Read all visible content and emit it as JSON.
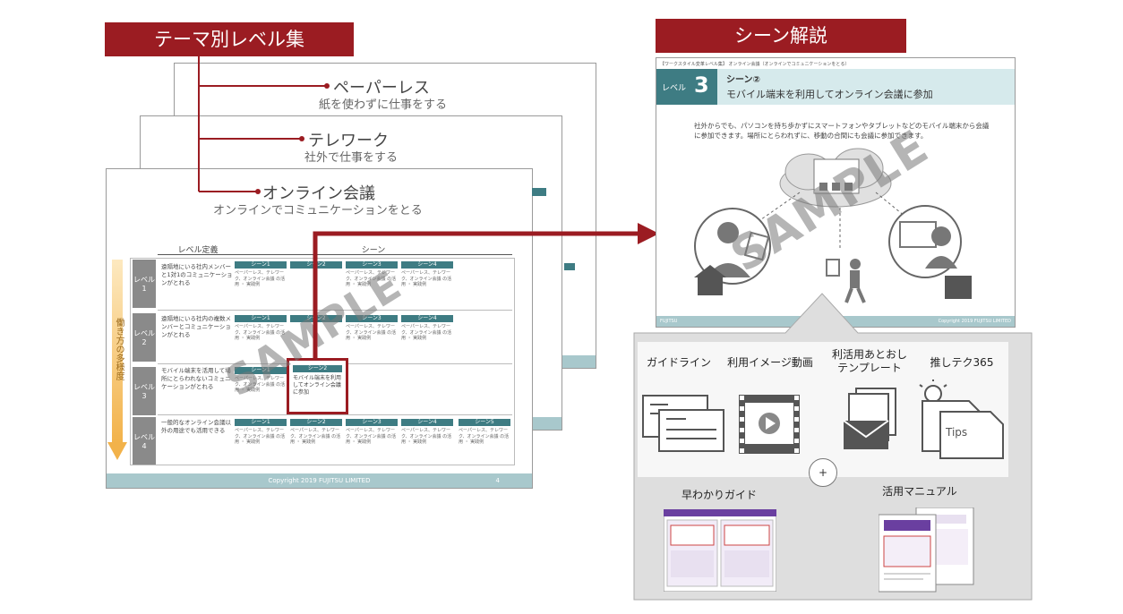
{
  "left": {
    "banner": "テーマ別レベル集",
    "themes": [
      {
        "title": "ペーパーレス",
        "subtitle": "紙を使わずに仕事をする"
      },
      {
        "title": "テレワーク",
        "subtitle": "社外で仕事をする"
      },
      {
        "title": "オンライン会議",
        "subtitle": "オンラインでコミュニケーションをとる"
      }
    ],
    "table": {
      "level_header": "レベル定義",
      "scene_header": "シーン",
      "vertical_label": "働き方の多様度",
      "levels": [
        {
          "label": "レベル\n1",
          "definition": "遠隔地にいる社内メンバーと1対1のコミュニケーションがとれる",
          "scenes": [
            "シーン1",
            "シーン2",
            "シーン3",
            "シーン4"
          ]
        },
        {
          "label": "レベル\n2",
          "definition": "遠隔地にいる社内の複数メンバーとコミュニケーションがとれる",
          "scenes": [
            "シーン1",
            "シーン2",
            "シーン3",
            "シーン4"
          ]
        },
        {
          "label": "レベル\n3",
          "definition": "モバイル端末を活用して場所にとらわれないコミュニケーションがとれる",
          "scenes": [
            "シーン1",
            "シーン2"
          ]
        },
        {
          "label": "レベル\n4",
          "definition": "一般的なオンライン会議以外の用途でも活用できる",
          "scenes": [
            "シーン1",
            "シーン2",
            "シーン3",
            "シーン4",
            "シーン5"
          ]
        }
      ],
      "highlight_text": "モバイル端末を利用してオンライン会議に参加",
      "scene_filler": "ペーパーレス、テレワーク、オンライン会議 の活用 ・ 実践例"
    },
    "footer": "Copyright 2019 FUJITSU LIMITED",
    "page_number": "4",
    "watermark": "SAMPLE"
  },
  "right": {
    "banner": "シーン解説",
    "slide": {
      "breadcrumb": "【ワークスタイル変革レベル集】 オンライン会議（オンラインでコミュニケーションをとる）",
      "level_label": "レベル",
      "level_number": "3",
      "scene_label": "シーン②",
      "scene_title": "モバイル端末を利用してオンライン会議に参加",
      "body": "社外からでも、パソコンを持ち歩かずにスマートフォンやタブレットなどのモバイル端末から会議に参加できます。場所にとらわれずに、移動の合間にも会議に参加できます。",
      "footer_left": "FUJITSU",
      "footer_right": "Copyright 2019 FUJITSU LIMITED",
      "watermark": "SAMPLE"
    },
    "tools": [
      {
        "label": "ガイドライン"
      },
      {
        "label": "利用イメージ動画"
      },
      {
        "label": "利活用あとおし\nテンプレート"
      },
      {
        "label": "推しテク365"
      }
    ],
    "tips_label": "Tips",
    "plus": "+",
    "guides": [
      {
        "label": "早わかりガイド"
      },
      {
        "label": "活用マニュアル"
      }
    ]
  }
}
